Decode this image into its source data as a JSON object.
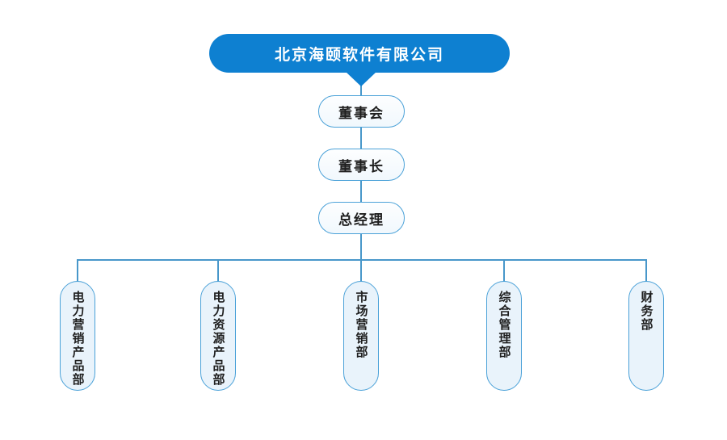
{
  "org_chart": {
    "company": {
      "label": "北京海颐软件有限公司"
    },
    "hierarchy": [
      {
        "label": "董事会"
      },
      {
        "label": "董事长"
      },
      {
        "label": "总经理"
      }
    ],
    "departments": [
      {
        "label": "电力营销产品部"
      },
      {
        "label": "电力资源产品部"
      },
      {
        "label": "市场营销部"
      },
      {
        "label": "综合管理部"
      },
      {
        "label": "财务部"
      }
    ],
    "colors": {
      "company_fill": "#0e80d1",
      "company_text": "#ffffff",
      "node_border": "#4aa1d8",
      "node_fill": "#f7fbfe",
      "department_fill": "#e9f3fb",
      "connector_line": "#4897ca",
      "node_text": "#1f1f1f"
    }
  }
}
